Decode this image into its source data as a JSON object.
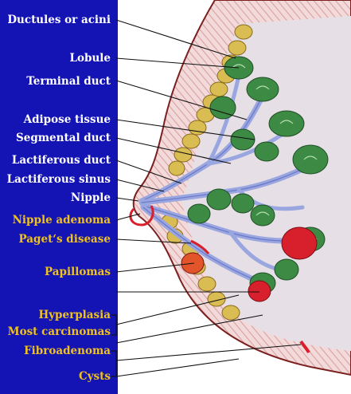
{
  "colors": {
    "background_panel": "#1414b4",
    "label_normal": "#ffffff",
    "label_pathology": "#f0c21b",
    "breast_fill": "#f2d6d6",
    "skin_outline": "#7a2020",
    "fat_lobules": "#d9bd52",
    "glandular_lobules": "#3c8a44",
    "ducts": "#9aa6e0",
    "lesions": "#d81f2c"
  },
  "labels": {
    "normal": [
      {
        "id": "ductules",
        "text": "Ductules or acini"
      },
      {
        "id": "lobule",
        "text": "Lobule"
      },
      {
        "id": "terminal-duct",
        "text": "Terminal duct"
      },
      {
        "id": "adipose",
        "text": "Adipose tissue"
      },
      {
        "id": "segmental-duct",
        "text": "Segmental duct"
      },
      {
        "id": "lactiferous-duct",
        "text": "Lactiferous duct"
      },
      {
        "id": "lactiferous-sinus",
        "text": "Lactiferous sinus"
      },
      {
        "id": "nipple",
        "text": "Nipple"
      }
    ],
    "pathology": [
      {
        "id": "nipple-adenoma",
        "text": "Nipple adenoma"
      },
      {
        "id": "pagets",
        "text": "Paget‘s  disease"
      },
      {
        "id": "papillomas",
        "text": "Papillomas"
      },
      {
        "id": "hyperplasia",
        "text": "Hyperplasia"
      },
      {
        "id": "carcinomas",
        "text": "Most carcinomas"
      },
      {
        "id": "fibroadenoma",
        "text": "Fibroadenoma"
      },
      {
        "id": "cysts",
        "text": "Cysts"
      }
    ]
  }
}
